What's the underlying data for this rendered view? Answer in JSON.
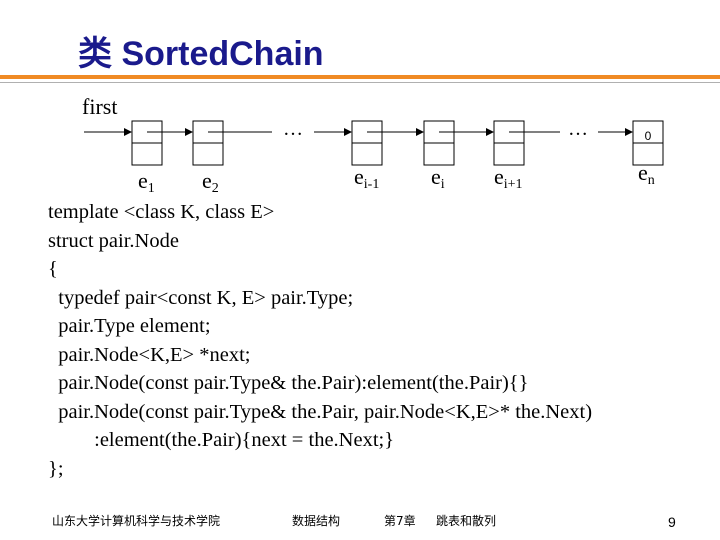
{
  "title": "类 SortedChain",
  "diagram": {
    "head_label": "first",
    "ellipsis": "…",
    "null_mark": "0",
    "nodes": [
      {
        "base": "e",
        "sub": "1"
      },
      {
        "base": "e",
        "sub": "2"
      },
      {
        "base": "e",
        "sub": "i-1"
      },
      {
        "base": "e",
        "sub": "i"
      },
      {
        "base": "e",
        "sub": "i+1"
      },
      {
        "base": "e",
        "sub": "n"
      }
    ]
  },
  "code_lines": [
    "template <class K, class E>",
    "struct pair.Node",
    "{",
    "  typedef pair<const K, E> pair.Type;",
    "  pair.Type element;",
    "  pair.Node<K,E> *next;",
    "  pair.Node(const pair.Type& the.Pair):element(the.Pair){}",
    "  pair.Node(const pair.Type& the.Pair, pair.Node<K,E>* the.Next)",
    "         :element(the.Pair){next = the.Next;}",
    "};"
  ],
  "footer": {
    "school": "山东大学计算机科学与技术学院",
    "course": "数据结构",
    "chapter": "第7章",
    "topic": "跳表和散列",
    "page": "9"
  }
}
